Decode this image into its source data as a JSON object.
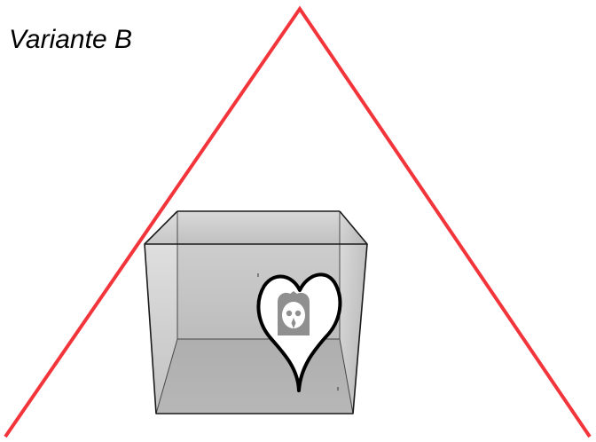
{
  "title": "Variante B",
  "colors": {
    "triangle": "#f2353b",
    "box_outline": "#1a1a1a",
    "heart_outline": "#000000",
    "owl_fill": "#8f8f8f"
  },
  "icons": {
    "triangle": "warning-triangle-outline",
    "box": "transparent-cube",
    "heart": "heart-outline",
    "owl": "owl-icon"
  }
}
